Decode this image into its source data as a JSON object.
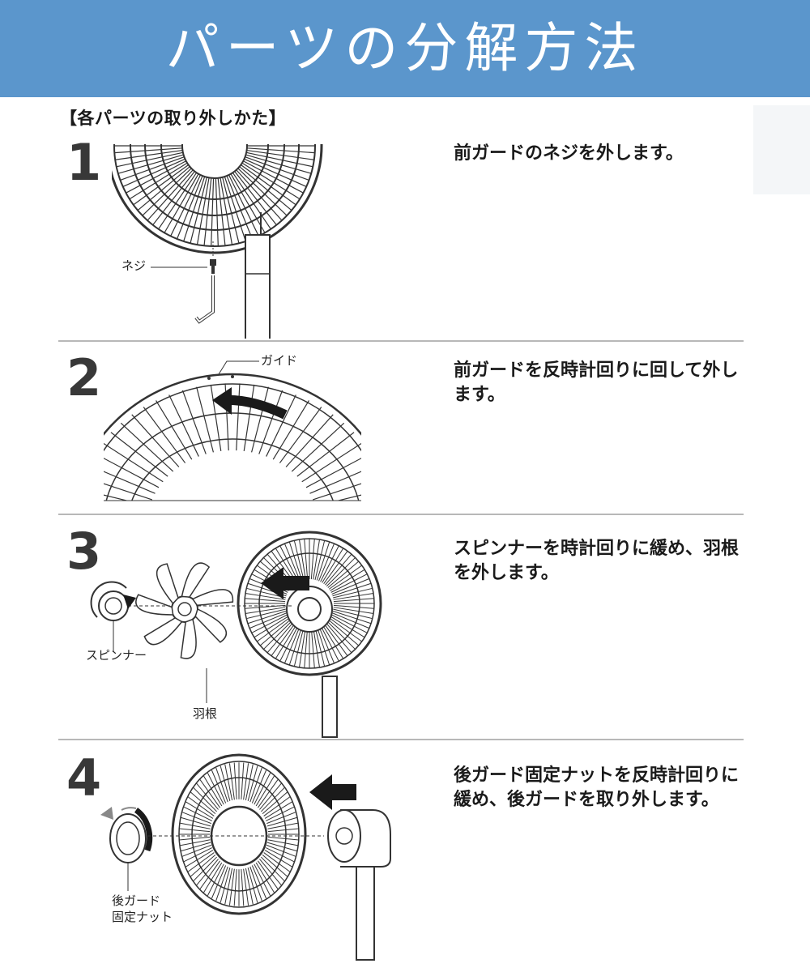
{
  "header": {
    "title": "パーツの分解方法",
    "bg_color": "#5b96cc"
  },
  "subtitle": "【各パーツの取り外しかた】",
  "steps": [
    {
      "number": "1",
      "text": "前ガードのネジを外します。",
      "labels": [
        "ネジ"
      ]
    },
    {
      "number": "2",
      "text": "前ガードを反時計回りに回して外します。",
      "labels": [
        "ガイド"
      ]
    },
    {
      "number": "3",
      "text": "スピンナーを時計回りに緩め、羽根を外します。",
      "labels": [
        "スピンナー",
        "羽根"
      ]
    },
    {
      "number": "4",
      "text": "後ガード固定ナットを反時計回りに緩め、後ガードを取り外します。",
      "labels": [
        "後ガード",
        "固定ナット"
      ]
    }
  ]
}
